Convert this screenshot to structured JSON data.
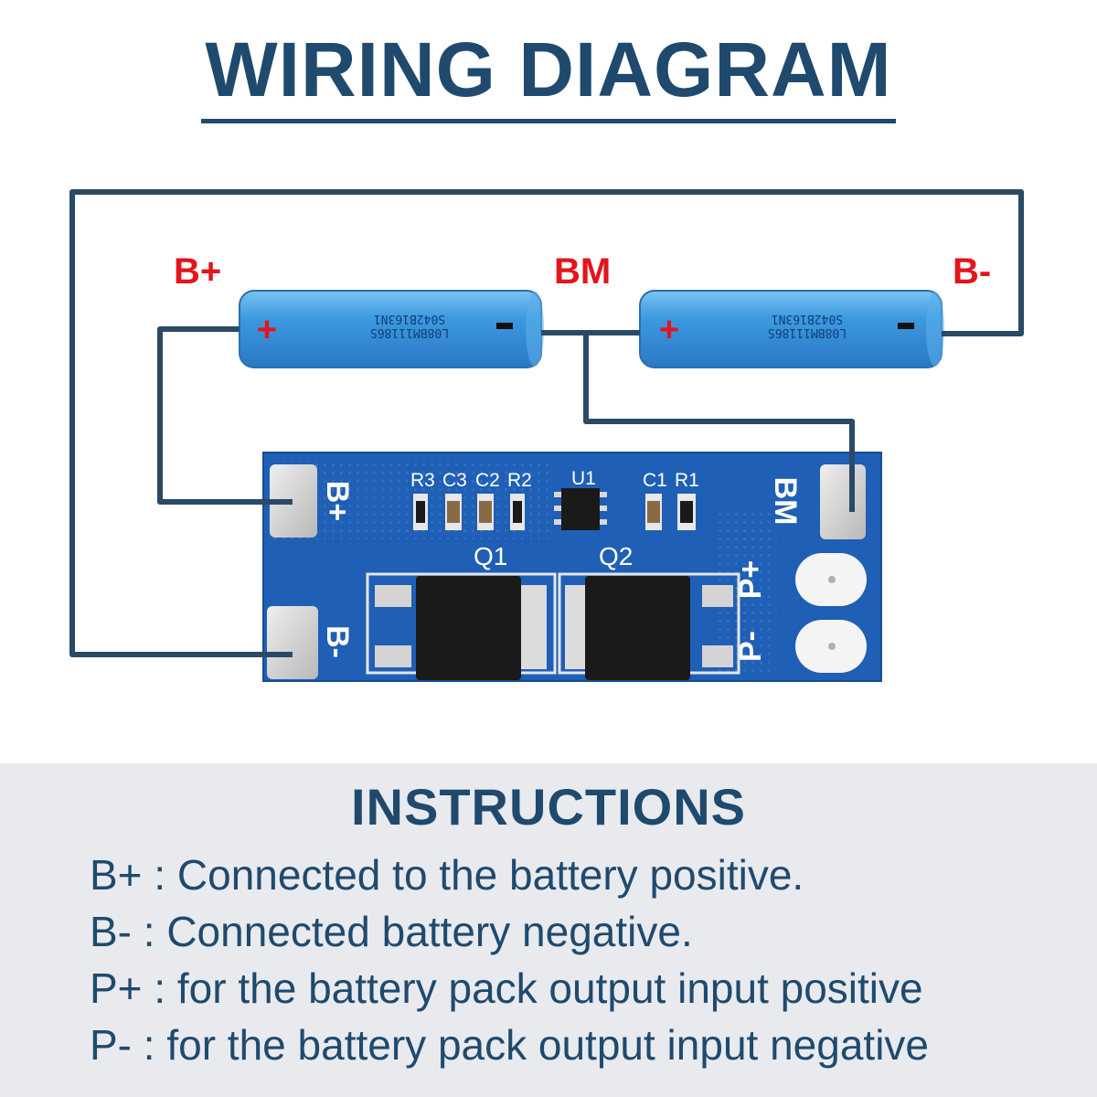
{
  "title": "WIRING DIAGRAM",
  "labels": {
    "b_plus": "B+",
    "bm": "BM",
    "b_minus": "B-"
  },
  "cells": [
    {
      "plus": "+",
      "minus": "-",
      "line1": "L08BM11186S",
      "line2": "S042B163N1"
    },
    {
      "plus": "+",
      "minus": "-",
      "line1": "L08BM11186S",
      "line2": "S042B163N1"
    }
  ],
  "pcb": {
    "components": [
      "R3",
      "C3",
      "C2",
      "R2",
      "U1",
      "C1",
      "R1"
    ],
    "mosfets": [
      "Q1",
      "Q2"
    ],
    "pins": {
      "b_plus": "B+",
      "b_minus": "B-",
      "bm": "BM",
      "p_plus": "P+",
      "p_minus": "P-"
    }
  },
  "colors": {
    "title": "#1f4a6e",
    "wire": "#2a4a66",
    "label_red": "#e4141c",
    "pcb_blue": "#1f5fb5",
    "cell_blue": "#3a96de",
    "instructions_bg": "#e9eaee"
  },
  "instructions": {
    "heading": "INSTRUCTIONS",
    "lines": [
      "B+ : Connected to the battery positive.",
      "B- : Connected battery negative.",
      "P+ : for the battery pack output input positive",
      "P- : for the battery pack output input negative"
    ]
  }
}
